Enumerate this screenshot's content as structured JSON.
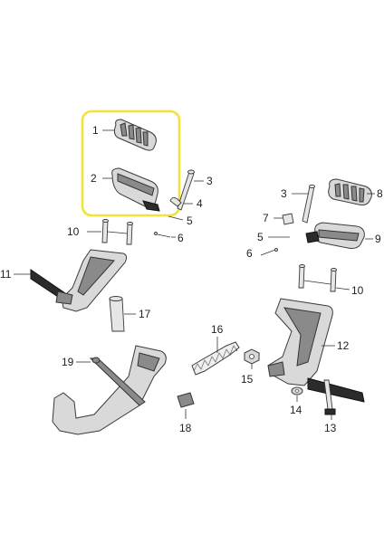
{
  "highlight_color": "#f2e23a",
  "callouts": {
    "c1": "1",
    "c2": "2",
    "c3a": "3",
    "c4": "4",
    "c5a": "5",
    "c6a": "6",
    "c10a": "10",
    "c11": "11",
    "c17": "17",
    "c16": "16",
    "c19": "19",
    "c18": "18",
    "c3b": "3",
    "c8": "8",
    "c7": "7",
    "c5b": "5",
    "c9": "9",
    "c6b": "6",
    "c10b": "10",
    "c12": "12",
    "c15": "15",
    "c14": "14",
    "c13": "13"
  }
}
